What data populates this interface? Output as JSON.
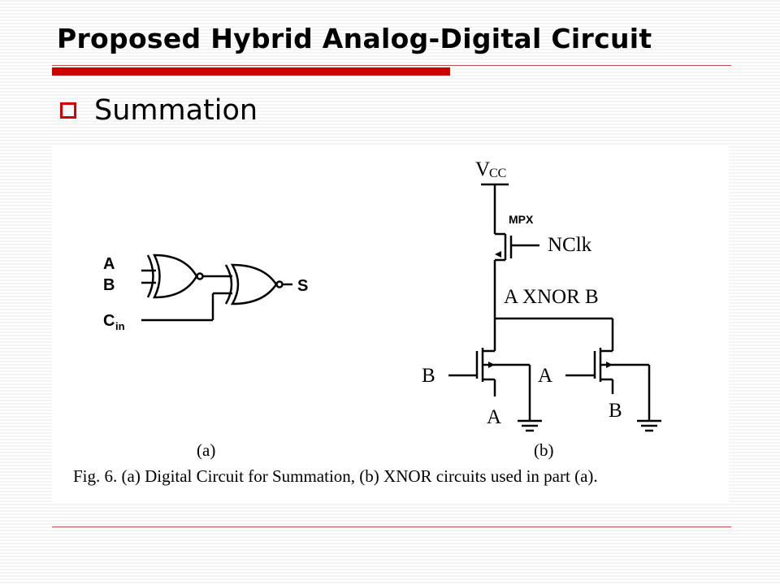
{
  "slide": {
    "title": "Proposed Hybrid Analog-Digital Circuit",
    "bullet": "Summation",
    "accent_color": "#cc0000",
    "rule_color": "#c0504d"
  },
  "figure": {
    "gate_circuit": {
      "inputs": [
        "A",
        "B",
        "C"
      ],
      "cin_subscript": "in",
      "output": "S",
      "part_label": "(a)"
    },
    "xnor_circuit": {
      "vcc": "V",
      "vcc_subscript": "CC",
      "transistor": "MPX",
      "clock": "NClk",
      "node": "A XNOR B",
      "left_gate": "B",
      "left_source": "A",
      "right_gate": "A",
      "right_source": "B",
      "part_label": "(b)"
    },
    "caption": "Fig. 6. (a) Digital Circuit for Summation, (b) XNOR circuits used in part (a)."
  }
}
